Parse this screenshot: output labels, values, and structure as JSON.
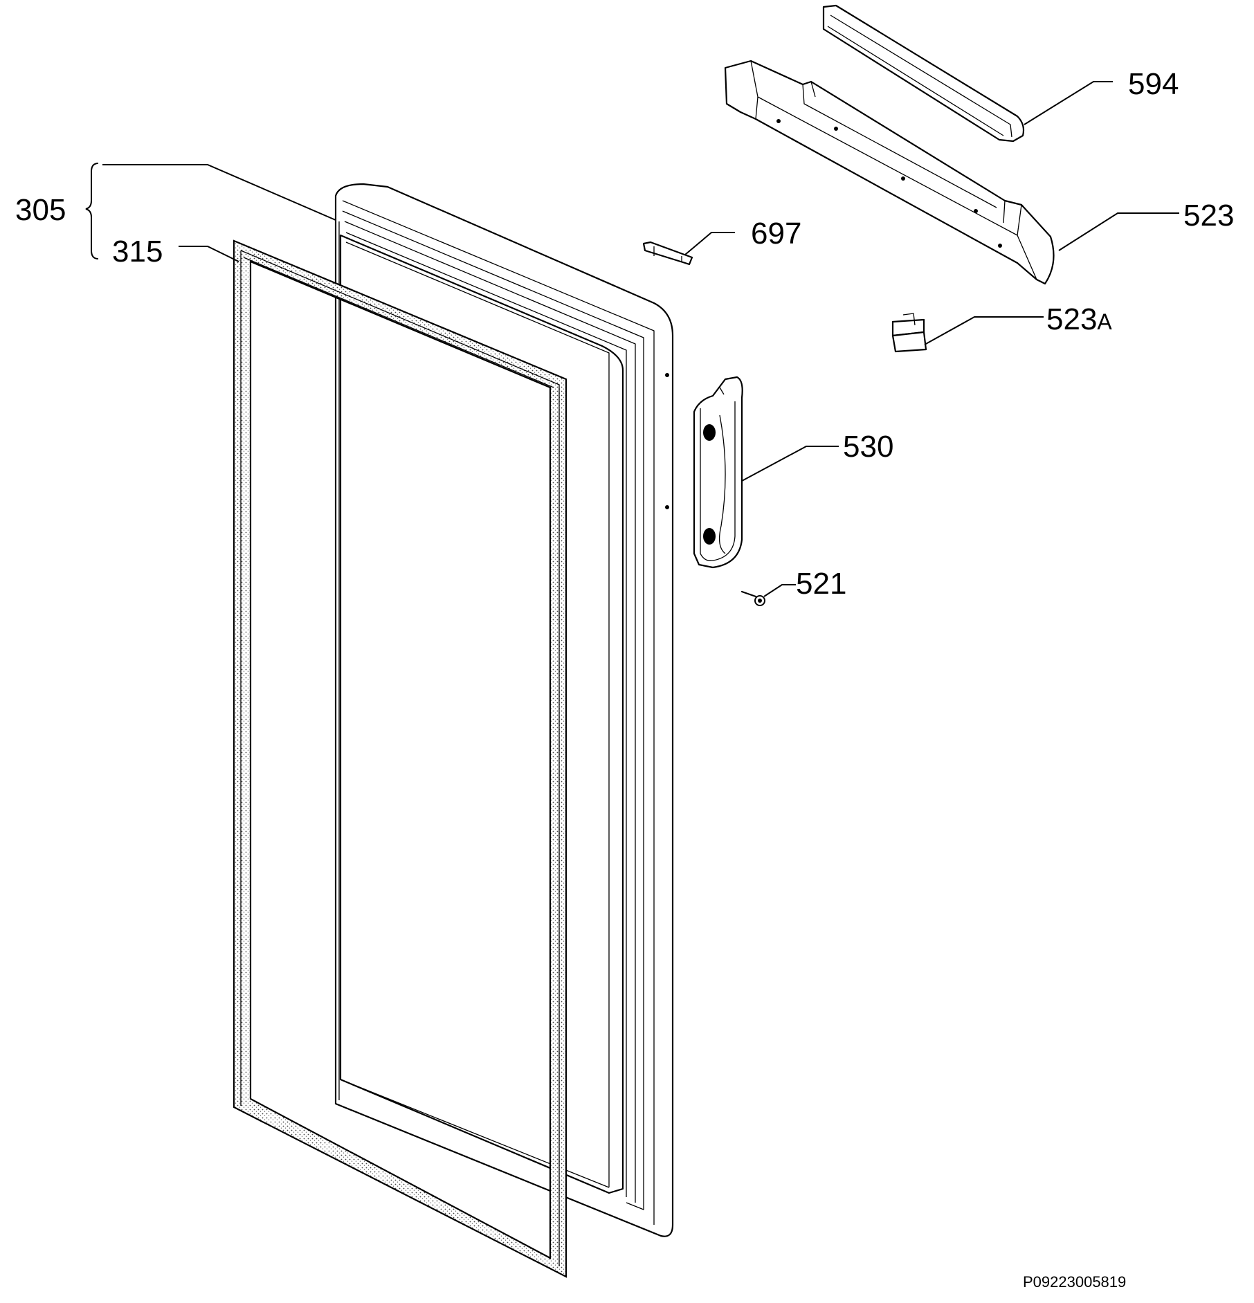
{
  "labels": {
    "p305": "305",
    "p315": "315",
    "p697": "697",
    "p594": "594",
    "p523": "523",
    "p523a_num": "523",
    "p523a_suffix": "A",
    "p530": "530",
    "p521": "521"
  },
  "drawing_code": "P09223005819",
  "colors": {
    "line": "#000000",
    "background": "#ffffff"
  }
}
